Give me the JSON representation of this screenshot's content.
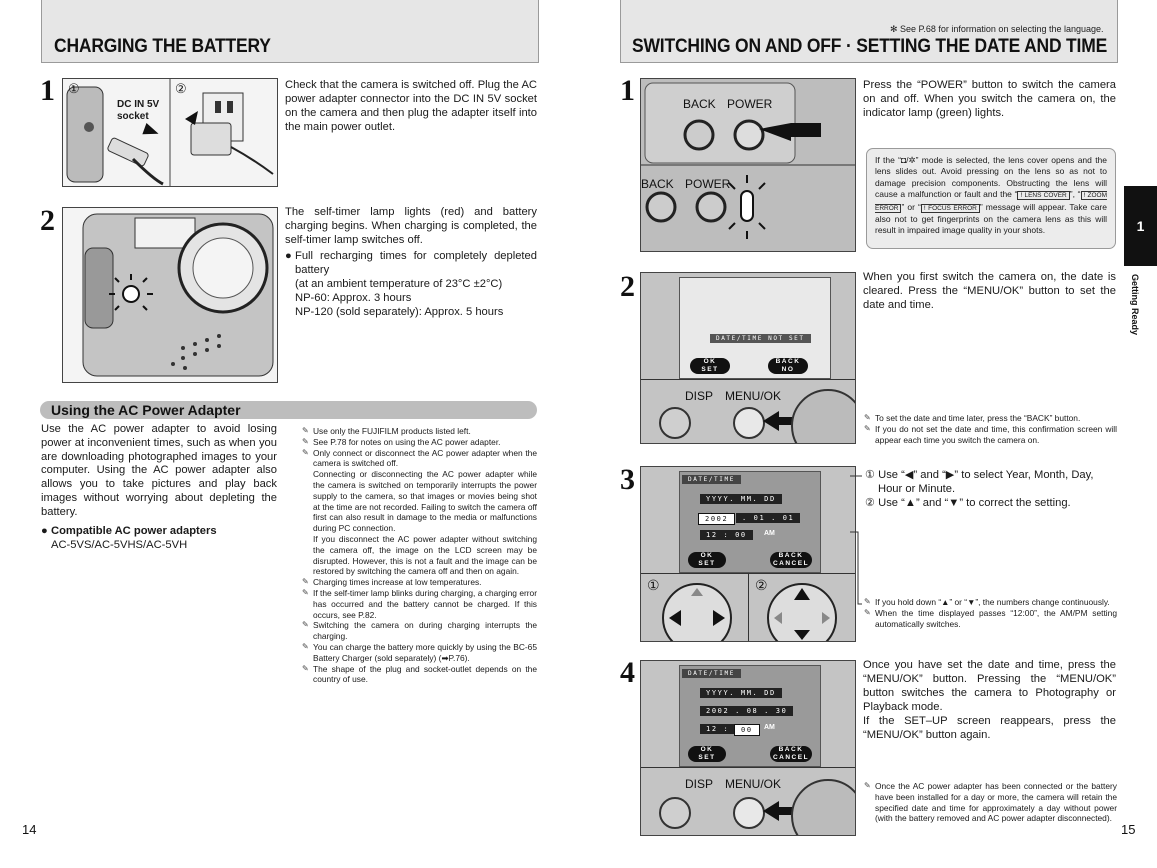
{
  "left": {
    "title": "CHARGING THE BATTERY",
    "step1": {
      "num": "1",
      "text": "Check that the camera is switched off. Plug the AC power adapter connector into the DC IN 5V socket on the camera and then plug the adapter itself into the main power outlet.",
      "fig_label_dc": "DC IN 5V",
      "fig_label_socket": "socket",
      "fig_circle1": "①",
      "fig_circle2": "②"
    },
    "step2": {
      "num": "2",
      "text": "The self-timer lamp lights (red) and battery charging begins. When charging is completed, the self-timer lamp switches off.",
      "bullet": "Full recharging times for completely depleted battery",
      "bullet_lines": [
        "(at an ambient temperature of 23°C ±2°C)",
        "NP-60: Approx. 3 hours",
        "NP-120 (sold separately): Approx. 5 hours"
      ]
    },
    "section_title": "Using the AC Power Adapter",
    "section_text": "Use the AC power adapter to avoid losing power at inconvenient times, such as when you are downloading photographed images to your computer. Using the AC power adapter also allows you to take pictures and play back images without worrying about depleting the battery.",
    "compat_title": "Compatible AC power adapters",
    "compat_models": "AC-5VS/AC-5VHS/AC-5VH",
    "notes": [
      "Use only the FUJIFILM products listed left.",
      "See P.78 for notes on using the AC power adapter.",
      "Only connect or disconnect the AC power adapter when the camera is switched off.",
      "Connecting or disconnecting the AC power adapter while the camera is switched on temporarily interrupts the power supply to the camera, so that images or movies being shot at the time are not recorded. Failing to switch the camera off first can also result in damage to the media or malfunctions during PC connection.",
      "If you disconnect the AC power adapter without switching the camera off, the image on the LCD screen may be disrupted. However, this is not a fault and the image can be restored by switching the camera off and then on again.",
      "Charging times increase at low temperatures.",
      "If the self-timer lamp blinks during charging, a charging error has occurred and the battery cannot be charged. If this occurs, see P.82.",
      "Switching the camera on during charging interrupts the charging.",
      "You can charge the battery more quickly by using the BC-65 Battery Charger (sold separately) (➡P.76).",
      "The shape of the plug and socket-outlet depends on the country of use."
    ],
    "page_number": "14"
  },
  "right": {
    "note_top": "✻ See P.68 for information on selecting the language.",
    "title": "SWITCHING ON AND OFF · SETTING THE DATE AND TIME",
    "step1": {
      "num": "1",
      "text": "Press the “POWER” button to switch the camera on and off. When you switch the camera on, the indicator lamp (green) lights.",
      "fig_back": "BACK",
      "fig_power": "POWER",
      "info_parts": {
        "a": "If the “",
        "icon": "◘/✲",
        "b": "” mode is selected, the lens cover opens and the lens slides out. Avoid pressing on the lens so as not to damage precision components. Obstructing the lens will cause a malfunction or fault and the “",
        "err1": "! LENS COVER",
        "c": "”, “",
        "err2": "! ZOOM ERROR",
        "d": "” or “",
        "err3": "! FOCUS ERROR",
        "e": "” message will appear. Take care also not to get fingerprints on the camera lens as this will result in impaired image quality in your shots."
      }
    },
    "step2": {
      "num": "2",
      "text": "When you first switch the camera on, the date is cleared. Press the “MENU/OK” button to set the date and time.",
      "lcd_msg": "DATE/TIME NOT SET",
      "ok_top": "OK",
      "ok_bottom": "SET",
      "back_top": "BACK",
      "back_bottom": "NO",
      "disp": "DISP",
      "menu": "MENU/OK",
      "notes": [
        "To set the date and time later, press the “BACK” button.",
        "If you do not set the date and time, this confirmation screen will appear each time you switch the camera on."
      ]
    },
    "step3": {
      "num": "3",
      "lines": [
        "① Use “◀” and “▶” to select Year, Month, Day, Hour or Minute.",
        "② Use “▲” and “▼” to correct the setting."
      ],
      "lcd_header": "DATE/TIME",
      "lcd_format": "YYYY. MM. DD",
      "lcd_date_year": "2002",
      "lcd_date_rest": ". 01 . 01",
      "lcd_time": "12 : 00",
      "lcd_ampm": "AM",
      "ok_top": "OK",
      "ok_bottom": "SET",
      "back_top": "BACK",
      "back_bottom": "CANCEL",
      "dpad1": "①",
      "dpad2": "②",
      "notes": [
        "If you hold down “▲” or “▼”, the numbers change continuously.",
        "When the time displayed passes “12:00”, the AM/PM setting automatically switches."
      ]
    },
    "step4": {
      "num": "4",
      "text1": "Once you have set the date and time, press the “MENU/OK” button. Pressing the “MENU/OK” button switches the camera to Photography or Playback mode.",
      "text2": "If the SET–UP screen reappears, press the “MENU/OK” button again.",
      "lcd_header": "DATE/TIME",
      "lcd_format": "YYYY. MM. DD",
      "lcd_date": "2002 . 08 . 30",
      "lcd_time_a": "12 :",
      "lcd_time_b": "00",
      "lcd_ampm": "AM",
      "ok_top": "OK",
      "ok_bottom": "SET",
      "back_top": "BACK",
      "back_bottom": "CANCEL",
      "disp": "DISP",
      "menu": "MENU/OK",
      "note": "Once the AC power adapter has been connected or the battery have been installed for a day or more, the camera will retain the specified date and time for approximately a day without power (with the battery removed and AC power adapter disconnected)."
    },
    "side_tab_number": "1",
    "side_tab_label": "Getting Ready",
    "page_number": "15"
  },
  "colors": {
    "header_bg": "#e6e6e6",
    "section_bar": "#bdbdbd",
    "tab_bg": "#111111"
  },
  "icons": [
    "note-icon",
    "bullet-icon",
    "arrow-icon",
    "dpad-icon"
  ]
}
